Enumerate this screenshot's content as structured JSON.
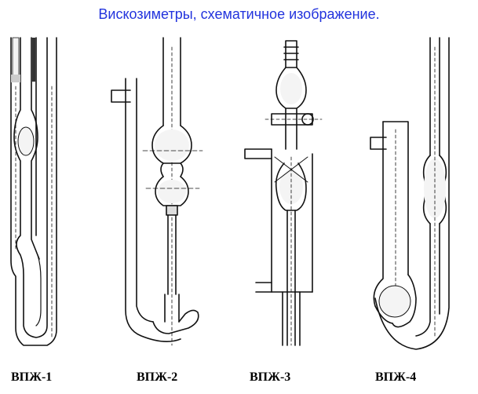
{
  "title": "Вискозиметры, схематичное изображение.",
  "colors": {
    "title": "#2233dd",
    "ink": "#111111"
  },
  "viscometers": [
    {
      "label": "ВПЖ-1"
    },
    {
      "label": "ВПЖ-2"
    },
    {
      "label": "ВПЖ-3"
    },
    {
      "label": "ВПЖ-4"
    }
  ]
}
